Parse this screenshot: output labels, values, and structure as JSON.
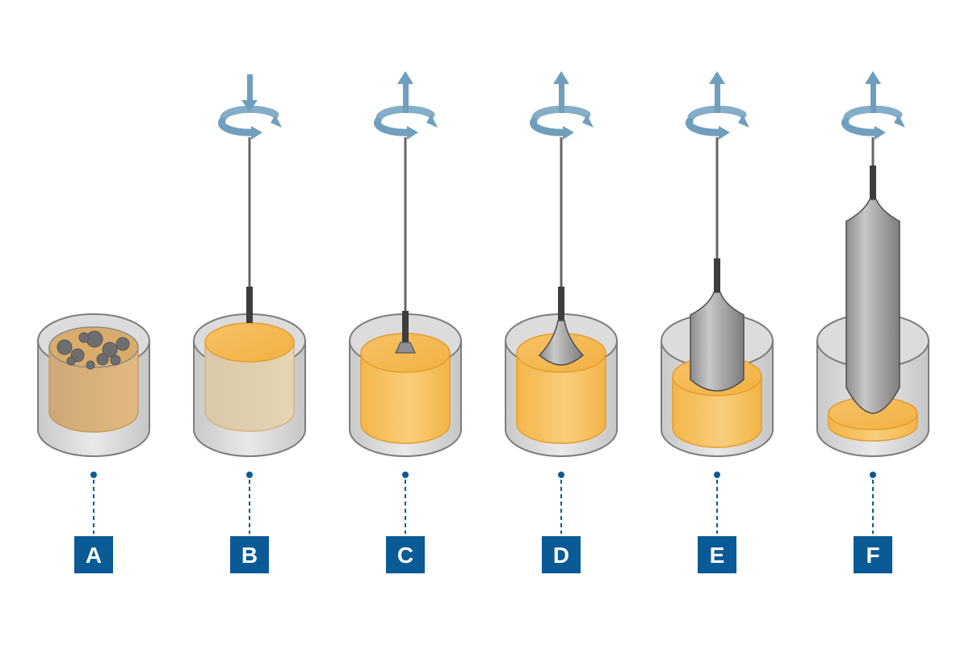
{
  "diagram": {
    "accent_color": "#0a5a96",
    "arrow_color": "#6f9fbd",
    "melt_color": "#f6bd55",
    "crucible_color": "#d4d4d4",
    "crystal_color": "#9a9a9a",
    "stages": [
      {
        "label": "A",
        "rotation_arrow": "none",
        "content": "solid-charge"
      },
      {
        "label": "B",
        "rotation_arrow": "down-arrow-icon",
        "content": "melt-seed-lowered"
      },
      {
        "label": "C",
        "rotation_arrow": "up-arrow-icon",
        "content": "seed-dipped"
      },
      {
        "label": "D",
        "rotation_arrow": "up-arrow-icon",
        "content": "neck-and-shoulder"
      },
      {
        "label": "E",
        "rotation_arrow": "up-arrow-icon",
        "content": "body-growth"
      },
      {
        "label": "F",
        "rotation_arrow": "up-arrow-icon",
        "content": "ingot-pulled"
      }
    ]
  }
}
